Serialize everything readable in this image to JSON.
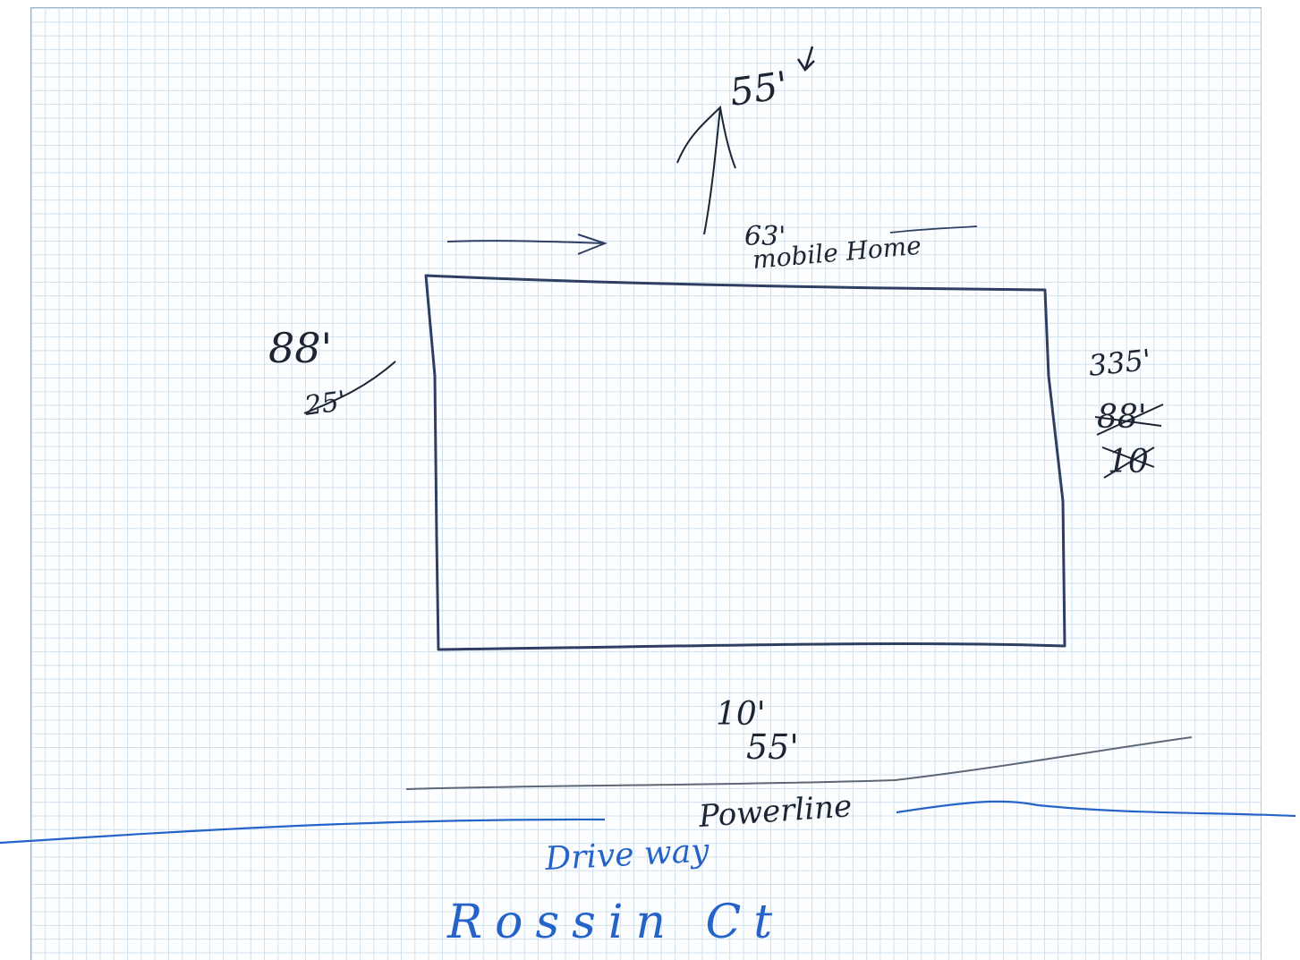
{
  "colors": {
    "paper": "#fdfeff",
    "grid": "#cfe0ee",
    "pencil": "#2e3f63",
    "ballpoint_black": "#1d2432",
    "ballpoint_blue": "#2563c9"
  },
  "sketch": {
    "top_distance": "55'",
    "home_length": "63'",
    "home_label": "mobile Home",
    "left_distance": "88'",
    "left_distance_struck": "25'",
    "right_distance": "335'",
    "right_struck_1": "88'",
    "right_struck_2": "10",
    "bottom_distance_upper": "10'",
    "bottom_distance_lower": "55'",
    "power_line_label": "Powerline",
    "driveway_label": "Drive way",
    "street_label": "Rossin Ct"
  }
}
